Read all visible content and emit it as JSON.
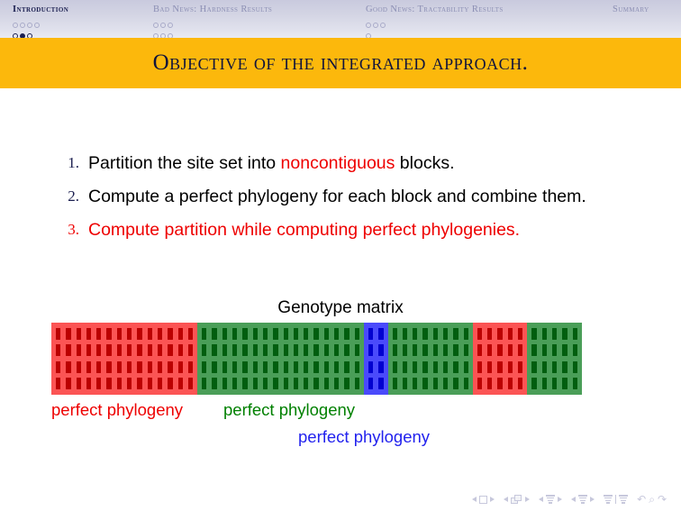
{
  "nav": {
    "sections": [
      {
        "label": "Introduction",
        "active": true,
        "rows": [
          [
            "hollow-inactive",
            "hollow-inactive",
            "hollow-inactive",
            "hollow-inactive"
          ],
          [
            "hollow-active",
            "filled-active",
            "hollow-active"
          ]
        ]
      },
      {
        "label": "Bad News: Hardness Results",
        "active": false,
        "rows": [
          [
            "hollow-inactive",
            "hollow-inactive",
            "hollow-inactive"
          ],
          [
            "hollow-inactive",
            "hollow-inactive",
            "hollow-inactive"
          ]
        ]
      },
      {
        "label": "Good News: Tractability Results",
        "active": false,
        "rows": [
          [
            "hollow-inactive",
            "hollow-inactive",
            "hollow-inactive"
          ],
          [
            "hollow-inactive"
          ]
        ]
      },
      {
        "label": "Summary",
        "active": false,
        "rows": [
          [],
          []
        ]
      }
    ]
  },
  "title": {
    "text": "Objective of the integrated approach.",
    "band_color": "#fcb80c",
    "text_color": "#10143c"
  },
  "list": {
    "items": [
      {
        "number": "1.",
        "number_color": "navy",
        "segments": [
          {
            "text": "Partition the site set into ",
            "color": "black"
          },
          {
            "text": "noncontiguous",
            "color": "red"
          },
          {
            "text": " blocks.",
            "color": "black"
          }
        ]
      },
      {
        "number": "2.",
        "number_color": "navy",
        "segments": [
          {
            "text": "Compute a perfect phylogeny for each block and combine them.",
            "color": "black"
          }
        ]
      },
      {
        "number": "3.",
        "number_color": "red",
        "segments": [
          {
            "text": "Compute partition while computing perfect phylogenies.",
            "color": "red"
          }
        ]
      }
    ]
  },
  "matrix": {
    "caption": "Genotype matrix",
    "rows": 4,
    "bands": [
      {
        "color": "red",
        "columns": 14
      },
      {
        "color": "green",
        "columns": 16
      },
      {
        "color": "blue",
        "columns": 2
      },
      {
        "color": "green",
        "columns": 8
      },
      {
        "color": "red",
        "columns": 5
      },
      {
        "color": "green",
        "columns": 5
      }
    ],
    "colors": {
      "red_bg": "#fb5454",
      "red_cell": "#bb0000",
      "green_bg": "#4a9e58",
      "green_cell": "#015e0f",
      "blue_bg": "#4a4afb",
      "blue_cell": "#0000cf"
    }
  },
  "legend": {
    "red": "perfect phylogeny",
    "green": "perfect phylogeny",
    "blue": "perfect phylogeny"
  },
  "footer": {
    "icons": [
      "prev-frame-icon",
      "frame-icon",
      "next-frame-icon",
      "prev-subsection-icon",
      "subsection-icon",
      "next-subsection-icon",
      "prev-section-icon",
      "section-icon",
      "next-section-icon",
      "prev-part-icon",
      "part-icon",
      "next-part-icon",
      "first-slide-icon",
      "last-slide-icon",
      "back-icon",
      "search-icon",
      "forward-icon"
    ]
  }
}
